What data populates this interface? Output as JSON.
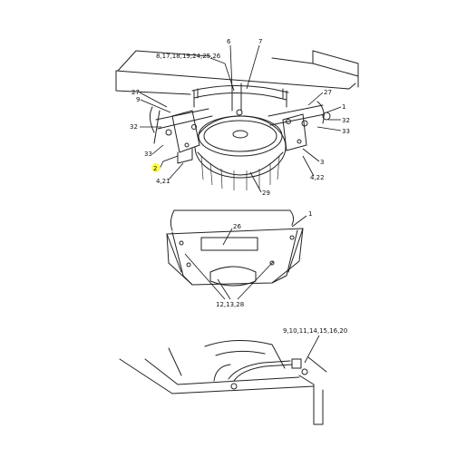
{
  "callouts": {
    "top_left_group": "8,17,18,19,24,25,26",
    "c6": "6",
    "c7": "7",
    "c27_left": "27",
    "c9": "9",
    "c32_left": "32",
    "c33_left": "33",
    "c2": "2",
    "c4_21": "4,21",
    "c29": "29",
    "c27_right": "27",
    "c1_top": "1",
    "c32_right": "32",
    "c33_right": "33",
    "c3": "3",
    "c4_22": "4,22",
    "c1_mid": "1",
    "c26": "26",
    "c12_13_28": "12,13,28",
    "bottom_group": "9,10,11,14,15,16,20"
  },
  "highlight": {
    "callout": "2",
    "color": "#ffff33"
  }
}
